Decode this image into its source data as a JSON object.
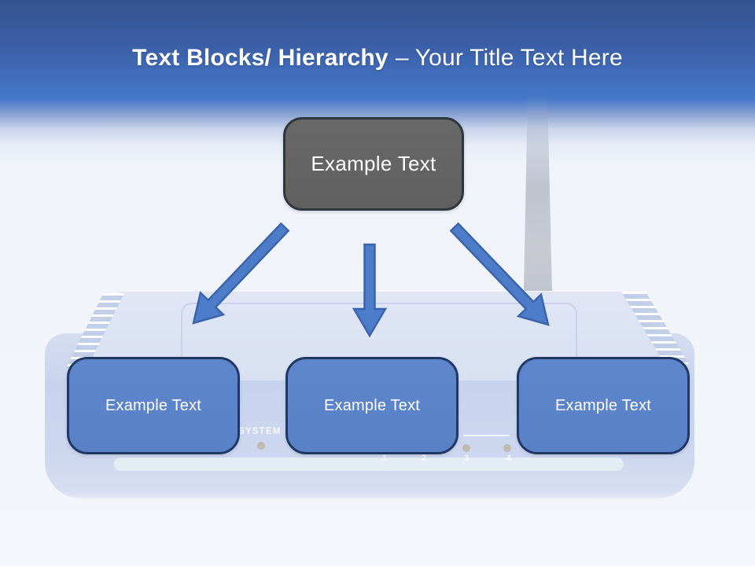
{
  "title": {
    "bold_part": "Text Blocks/ Hierarchy",
    "regular_part": "– Your Title Text Here"
  },
  "hierarchy": {
    "root": {
      "label": "Example Text"
    },
    "children": [
      {
        "label": "Example Text"
      },
      {
        "label": "Example Text"
      },
      {
        "label": "Example Text"
      }
    ]
  },
  "router_panel": {
    "system_label": "SYSTEM",
    "port_numbers": [
      "1",
      "2",
      "3",
      "4"
    ]
  },
  "colors": {
    "banner_top": "#35538e",
    "banner_bottom": "#4678c8",
    "slide_background": "#f3f6fb",
    "root_box_fill": "#626262",
    "root_box_border": "#2f373e",
    "child_box_fill": "#5a83ca",
    "child_box_border": "#1f3864",
    "arrow_fill": "#4d7cc9",
    "arrow_stroke": "#3a65ae",
    "text_color": "#ffffff",
    "router_body": "#ccd6ef",
    "led_color": "#bcae93"
  }
}
